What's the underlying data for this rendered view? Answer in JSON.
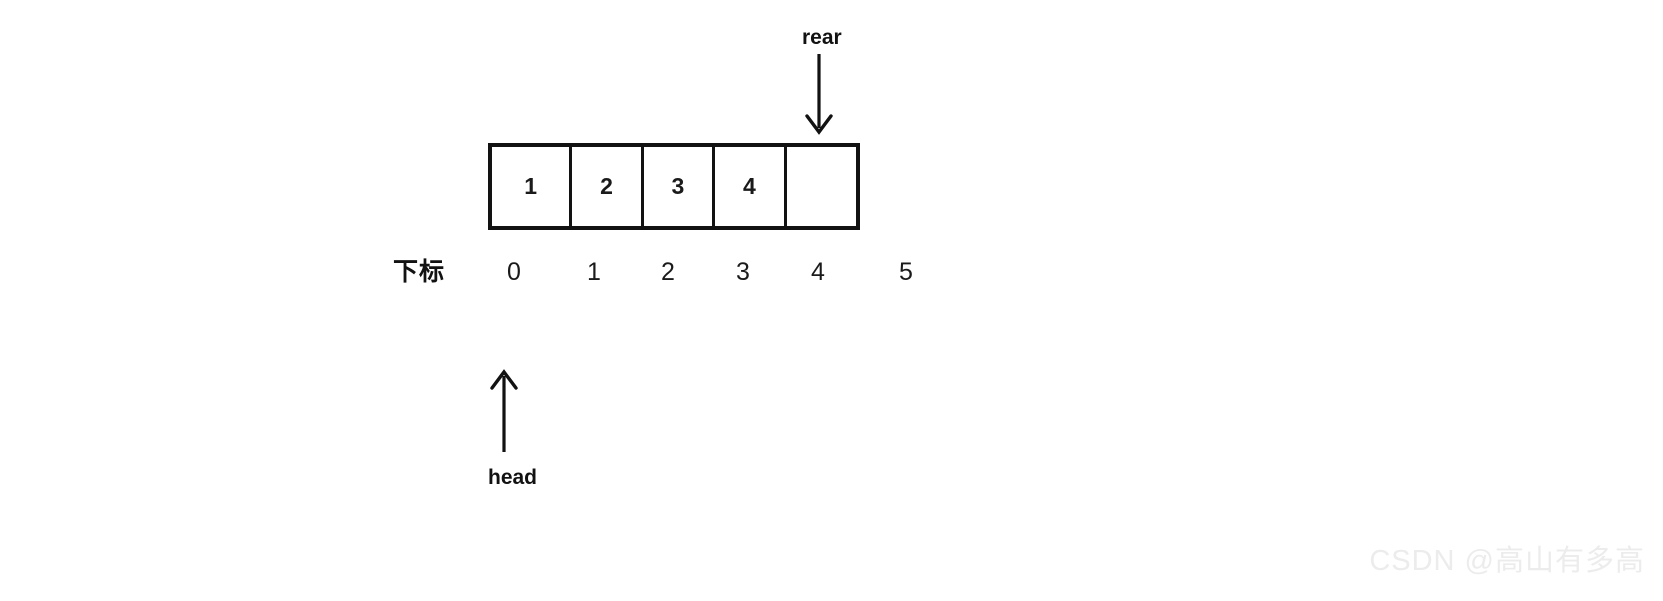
{
  "diagram": {
    "title": "circular-queue-array-diagram",
    "array": {
      "cells": [
        {
          "index": "0",
          "value": "1"
        },
        {
          "index": "1",
          "value": "2"
        },
        {
          "index": "2",
          "value": "3"
        },
        {
          "index": "3",
          "value": "4"
        },
        {
          "index": "4",
          "value": ""
        }
      ],
      "border_color": "#121212",
      "fill_color": "#ffffff"
    },
    "index_row": {
      "label": "下标",
      "values": [
        "0",
        "1",
        "2",
        "3",
        "4",
        "5"
      ]
    },
    "pointers": {
      "rear": {
        "label": "rear",
        "direction": "down",
        "target_index": "4"
      },
      "head": {
        "label": "head",
        "direction": "up",
        "target_index": "0"
      }
    }
  },
  "watermark": {
    "text": "CSDN @高山有多高",
    "color": "#ececec"
  }
}
